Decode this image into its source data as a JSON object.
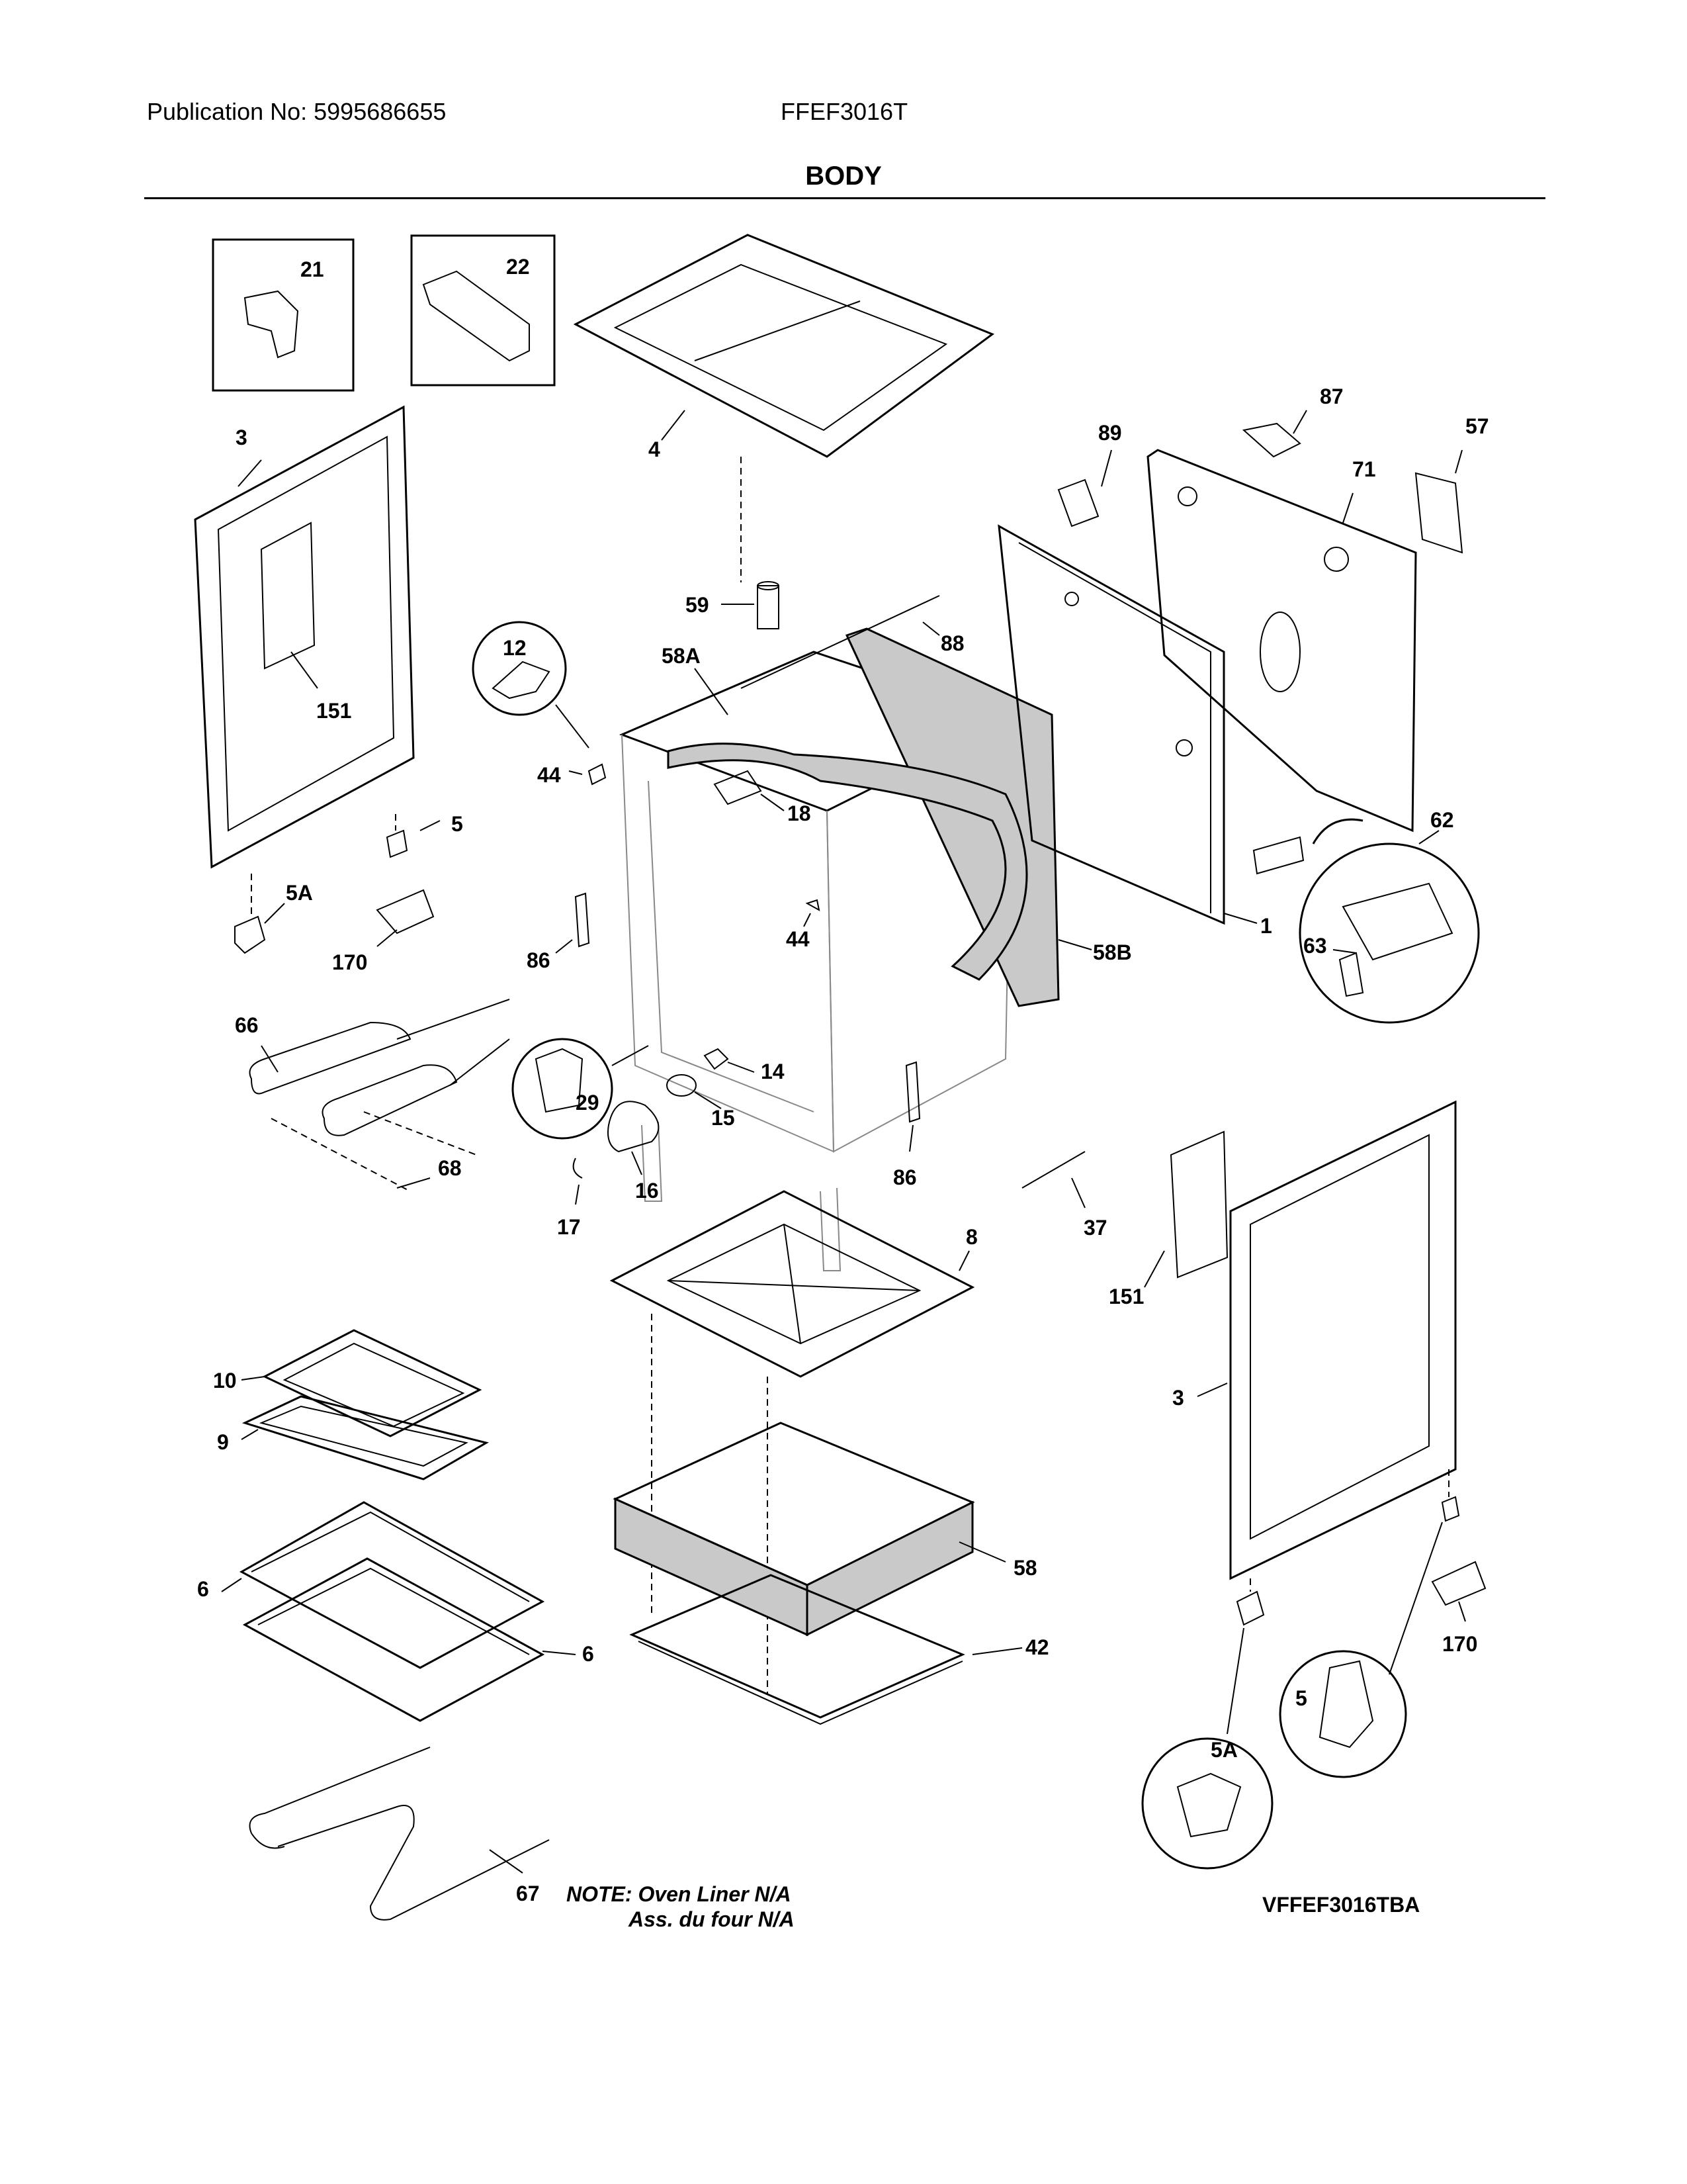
{
  "header": {
    "publication": "Publication No: 5995686655",
    "model": "FFEF3016T",
    "section_title": "BODY"
  },
  "callouts": {
    "c21": "21",
    "c22": "22",
    "c4": "4",
    "c87": "87",
    "c57": "57",
    "c89": "89",
    "c71": "71",
    "c3_left": "3",
    "c151_left": "151",
    "c59": "59",
    "c88": "88",
    "c12": "12",
    "c58A": "58A",
    "c44_top": "44",
    "c18": "18",
    "c5_left": "5",
    "c5A_left": "5A",
    "c170_left": "170",
    "c62": "62",
    "c63": "63",
    "c1": "1",
    "c86_left": "86",
    "c44_mid": "44",
    "c58B": "58B",
    "c66": "66",
    "c29": "29",
    "c14": "14",
    "c15": "15",
    "c16": "16",
    "c68": "68",
    "c86_right": "86",
    "c17": "17",
    "c37": "37",
    "c8": "8",
    "c151_right": "151",
    "c3_right": "3",
    "c10": "10",
    "c9": "9",
    "c6_left": "6",
    "c6_right": "6",
    "c58": "58",
    "c42": "42",
    "c170_right": "170",
    "c5_right": "5",
    "c5A_right": "5A",
    "c67": "67"
  },
  "note": {
    "line1": "NOTE: Oven Liner N/A",
    "line2": "Ass. du four N/A"
  },
  "diagram_code": "VFFEF3016TBA"
}
